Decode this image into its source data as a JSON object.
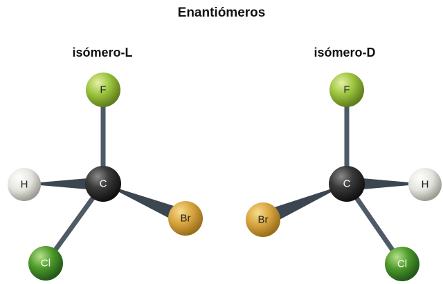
{
  "title": "Enantiómeros",
  "molecules": [
    {
      "label": "isómero-L",
      "center": "C",
      "substituents": [
        "F",
        "H",
        "Br",
        "Cl"
      ]
    },
    {
      "label": "isómero-D",
      "center": "C",
      "substituents": [
        "F",
        "H",
        "Br",
        "Cl"
      ]
    }
  ],
  "colors": {
    "carbon": "#2f2f2f",
    "fluorine": "#9cc43d",
    "hydrogen": "#e8e8e2",
    "bromine": "#d9a640",
    "chlorine": "#4c9a2a",
    "bond": "#4e5a66"
  }
}
